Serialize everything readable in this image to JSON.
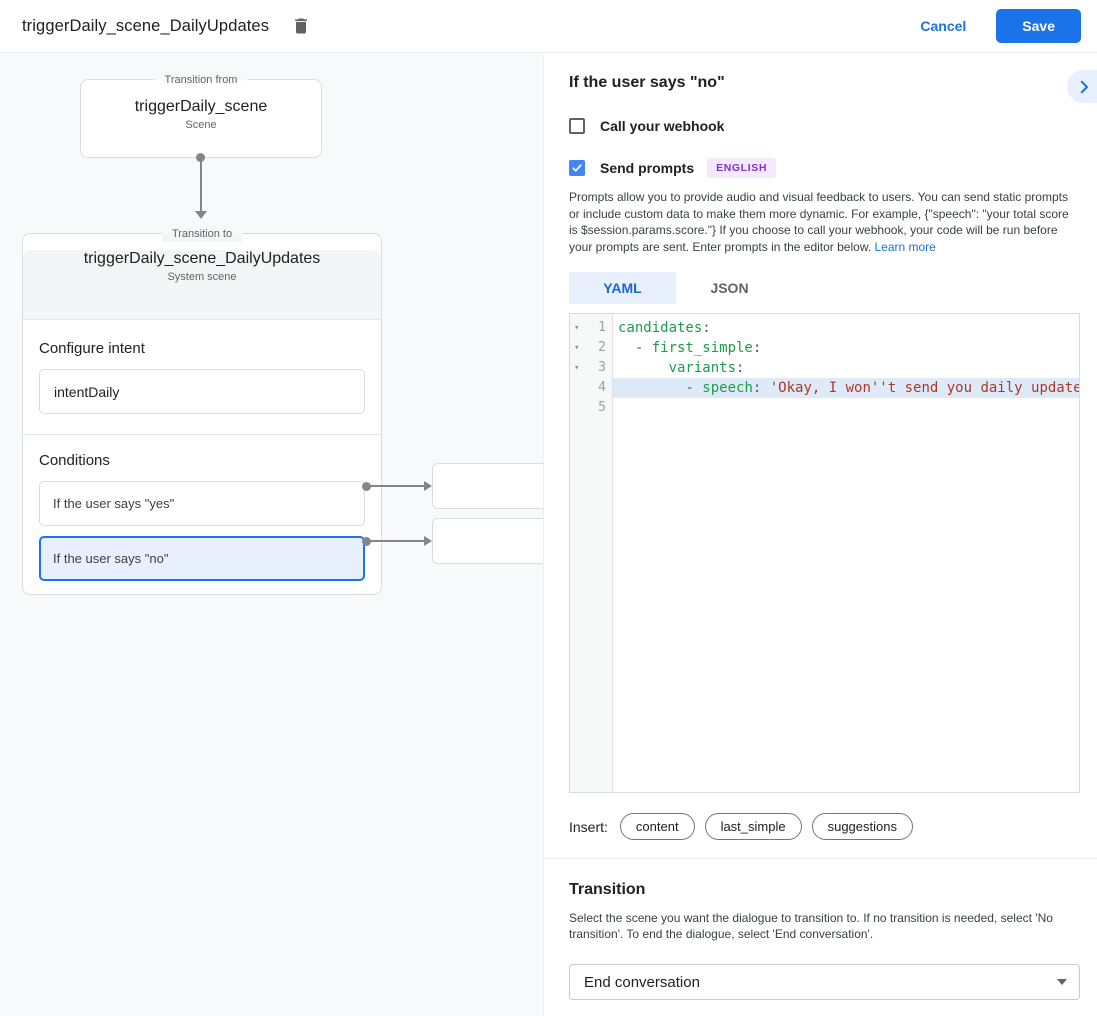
{
  "header": {
    "title": "triggerDaily_scene_DailyUpdates",
    "cancel_label": "Cancel",
    "save_label": "Save"
  },
  "diagram": {
    "from": {
      "legend": "Transition from",
      "name": "triggerDaily_scene",
      "type": "Scene"
    },
    "to": {
      "legend": "Transition to",
      "name": "triggerDaily_scene_DailyUpdates",
      "type": "System scene"
    },
    "configure_intent": {
      "label": "Configure intent",
      "value": "intentDaily"
    },
    "conditions": {
      "label": "Conditions",
      "items": [
        {
          "label": "If the user says \"yes\"",
          "selected": false
        },
        {
          "label": "If the user says \"no\"",
          "selected": true
        }
      ]
    }
  },
  "panel": {
    "title": "If the user says \"no\"",
    "webhook": {
      "label": "Call your webhook",
      "checked": false
    },
    "prompts": {
      "label": "Send prompts",
      "checked": true,
      "badge": "ENGLISH"
    },
    "description": "Prompts allow you to provide audio and visual feedback to users. You can send static prompts or include custom data to make them more dynamic. For example, {\"speech\": \"your total score is $session.params.score.\"} If you choose to call your webhook, your code will be run before your prompts are sent. Enter prompts in the editor below. ",
    "learn_more": "Learn more",
    "tabs": [
      {
        "label": "YAML",
        "active": true
      },
      {
        "label": "JSON",
        "active": false
      }
    ],
    "editor": {
      "lines": [
        {
          "number": 1,
          "fold": true,
          "active": false,
          "tokens": [
            {
              "t": "key",
              "v": "candidates"
            },
            {
              "t": "p",
              "v": ":"
            }
          ]
        },
        {
          "number": 2,
          "fold": true,
          "active": false,
          "tokens": [
            {
              "t": "p",
              "v": "  - "
            },
            {
              "t": "key",
              "v": "first_simple"
            },
            {
              "t": "p",
              "v": ":"
            }
          ]
        },
        {
          "number": 3,
          "fold": true,
          "active": false,
          "tokens": [
            {
              "t": "p",
              "v": "      "
            },
            {
              "t": "key",
              "v": "variants"
            },
            {
              "t": "p",
              "v": ":"
            }
          ]
        },
        {
          "number": 4,
          "fold": false,
          "active": true,
          "tokens": [
            {
              "t": "p",
              "v": "        - "
            },
            {
              "t": "key",
              "v": "speech"
            },
            {
              "t": "p",
              "v": ": "
            },
            {
              "t": "str",
              "v": "'Okay, I won''t send you daily update"
            }
          ]
        },
        {
          "number": 5,
          "fold": false,
          "active": false,
          "tokens": []
        }
      ]
    },
    "insert": {
      "label": "Insert:",
      "chips": [
        "content",
        "last_simple",
        "suggestions"
      ]
    },
    "transition": {
      "title": "Transition",
      "description": "Select the scene you want the dialogue to transition to. If no transition is needed, select 'No transition'. To end the dialogue, select 'End conversation'.",
      "selected_value": "End conversation"
    }
  },
  "colors": {
    "accent_blue": "#1a73e8",
    "selection_blue": "#e8f0fe",
    "checkbox_blue": "#4285f4",
    "yaml_key_green": "#1b9e4b",
    "yaml_string_red": "#ad372b",
    "badge_purple": "#8430ce",
    "canvas_gray": "#f8f9fa"
  }
}
